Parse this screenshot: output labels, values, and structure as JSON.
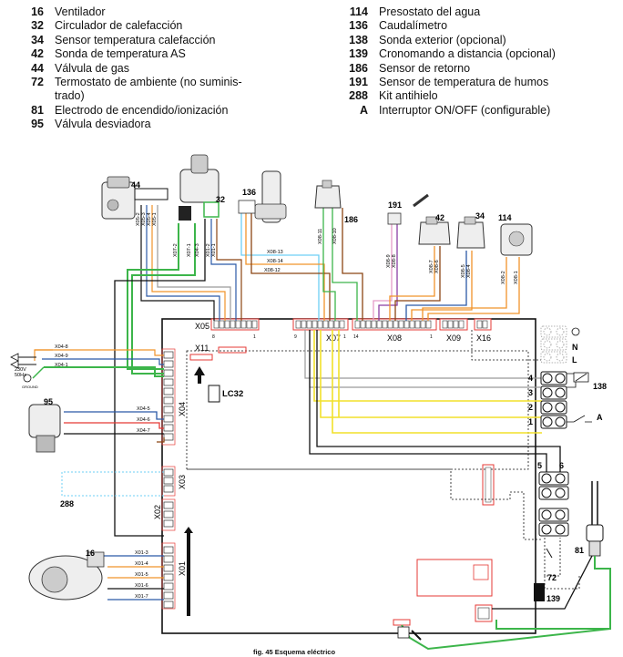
{
  "legend_left": [
    {
      "num": "16",
      "text": "Ventilador"
    },
    {
      "num": "32",
      "text": "Circulador de calefacción"
    },
    {
      "num": "34",
      "text": "Sensor temperatura calefacción"
    },
    {
      "num": "42",
      "text": "Sonda de temperatura AS"
    },
    {
      "num": "44",
      "text": "Válvula de gas"
    },
    {
      "num": "72",
      "text": "Termostato de ambiente (no suminis-"
    },
    {
      "num": "",
      "text": "trado)"
    },
    {
      "num": "81",
      "text": "Electrodo de encendido/ionización"
    },
    {
      "num": "95",
      "text": "Válvula desviadora"
    }
  ],
  "legend_right": [
    {
      "num": "114",
      "text": "Presostato del agua"
    },
    {
      "num": "136",
      "text": "Caudalímetro"
    },
    {
      "num": "138",
      "text": "Sonda exterior (opcional)"
    },
    {
      "num": "139",
      "text": "Cronomando a distancia (opcional)"
    },
    {
      "num": "186",
      "text": "Sensor de retorno"
    },
    {
      "num": "191",
      "text": "Sensor de temperatura de humos"
    },
    {
      "num": "288",
      "text": "Kit antihielo"
    },
    {
      "num": "A",
      "text": "Interruptor ON/OFF (configurable)"
    }
  ],
  "labels": {
    "c44": "44",
    "c32": "32",
    "c136": "136",
    "c186": "186",
    "c191": "191",
    "c42": "42",
    "c34": "34",
    "c114": "114",
    "c95": "95",
    "c16": "16",
    "c288": "288",
    "c138": "138",
    "cA": "A",
    "c72": "72",
    "c81": "81",
    "c139": "139",
    "x05": "X05",
    "x07": "X07",
    "x08": "X08",
    "x09": "X09",
    "x16": "X16",
    "x11": "X11",
    "lc32": "LC32",
    "x04": "X04",
    "x03": "X03",
    "x02": "X02",
    "x01": "X01",
    "t4": "4",
    "t3": "3",
    "t2": "2",
    "t1": "1",
    "tN": "N",
    "tL": "L",
    "t5": "5",
    "t6": "6",
    "power": "230V",
    "hz": "50Hz",
    "ground": "GROUND",
    "x05_8": "8",
    "x05_1": "1",
    "x07_9": "9",
    "x07_1": "1",
    "x08_14": "14",
    "x08_1": "1",
    "w_x05_2": "X05-2",
    "w_x05_3": "X05-3",
    "w_x05_4": "X05-4",
    "w_x05_1": "X05-1",
    "w_x07_2": "X07-2",
    "w_x07_1": "X07-1",
    "w_x01_2": "X01-2",
    "w_x04_3": "X04-3",
    "w_x01_1": "X01-1",
    "w_x08_13": "X08-13",
    "w_x08_14": "X08-14",
    "w_x08_12": "X08-12",
    "w_x08_11": "X08-11",
    "w_x08_10": "X08-10",
    "w_x08_9": "X08-9",
    "w_x08_8": "X08-8",
    "w_x08_7": "X08-7",
    "w_x08_6": "X08-6",
    "w_x08_5": "X08-5",
    "w_x08_4": "X08-4",
    "w_x08_2": "X08-2",
    "w_x08_1": "X08-1",
    "w_x04_8": "X04-8",
    "w_x04_9": "X04-9",
    "w_x04_1": "X04-1",
    "w_x04_5": "X04-5",
    "w_x04_6": "X04-6",
    "w_x04_7": "X04-7",
    "w_x01_3": "X01-3",
    "w_x01_4": "X01-4",
    "w_x01_5": "X01-5",
    "w_x01_6": "X01-6",
    "w_x01_7": "X01-7"
  },
  "caption": "fig. 45 Esquema eléctrico",
  "colors": {
    "green": "#3cb54a",
    "blue": "#2b59a6",
    "orange": "#f0932b",
    "brown": "#8b4513",
    "black": "#111111",
    "grey": "#9a9a9a",
    "yellow": "#f2e12a",
    "red": "#e53935",
    "pink": "#e59ac8",
    "lightblue": "#6ecff5",
    "violet": "#8b3fa5"
  }
}
